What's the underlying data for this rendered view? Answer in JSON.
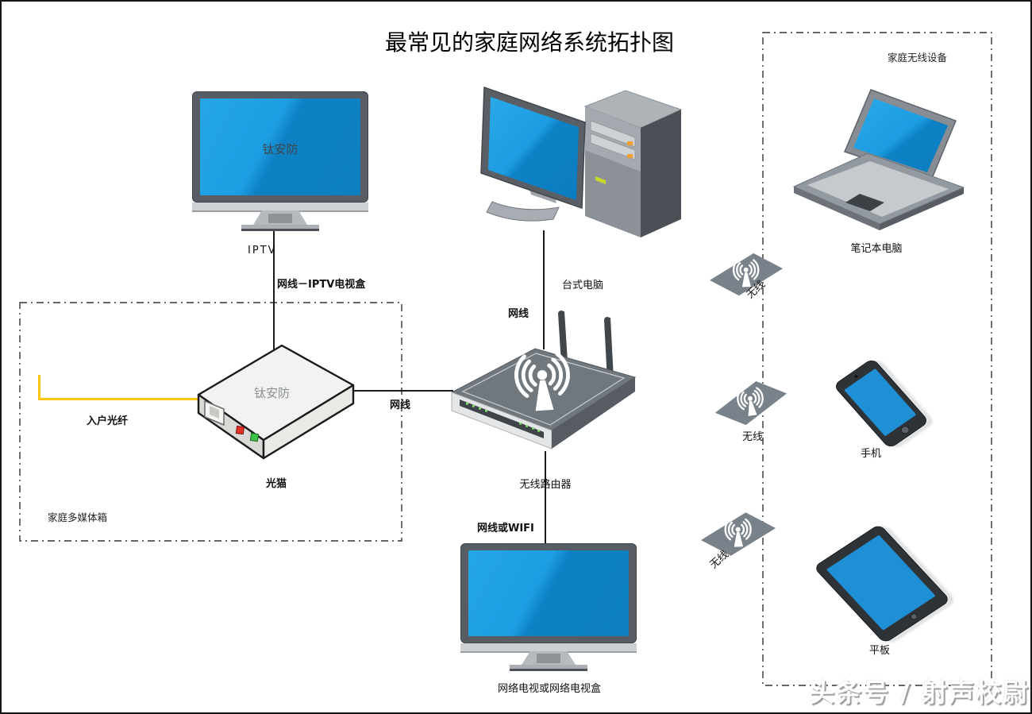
{
  "title": "最常见的家庭网络系统拓扑图",
  "watermark": "头条号 / 射声校尉",
  "zones": {
    "multimedia_box": "家庭多媒体箱",
    "wireless_box": "家庭无线设备"
  },
  "devices": {
    "iptv_tv": {
      "screen_text": "钛安防"
    },
    "desktop": {
      "caption": "台式电脑"
    },
    "router": {
      "caption": "无线路由器"
    },
    "modem": {
      "caption": "光猫",
      "top_text": "钛安防"
    },
    "network_tv": {
      "caption": "网络电视或网络电视盒"
    },
    "laptop": {
      "caption": "笔记本电脑"
    },
    "phone": {
      "caption": "手机"
    },
    "tablet": {
      "caption": "平板"
    }
  },
  "connections": {
    "iptv_port": "IPTV",
    "cable_iptv_box": "网线－IPTV电视盒",
    "cable_desktop": "网线",
    "cable_modem_router": "网线",
    "cable_or_wifi": "网线或WIFI",
    "fiber_in": "入户光纤",
    "wireless": "无线"
  },
  "colors": {
    "screen_blue_light": "#25a6e7",
    "screen_blue_dark": "#0e81c5",
    "fiber_yellow": "#fdc500",
    "router_gray": "#70777d",
    "wifi_tag_gray": "#79828a",
    "led_green": "#7ce06a",
    "led_red": "#e03028"
  }
}
